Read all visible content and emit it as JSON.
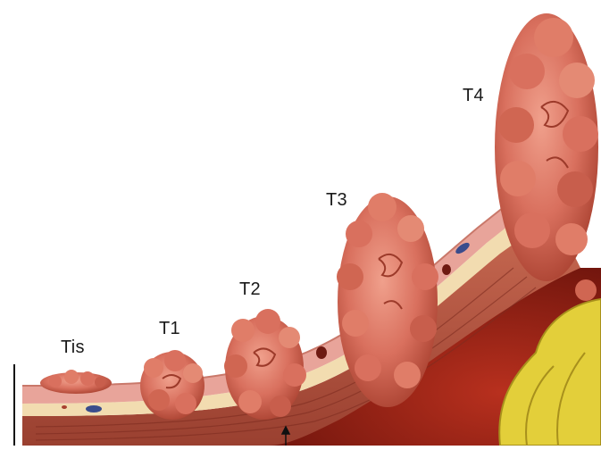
{
  "diagram": {
    "stages": [
      {
        "id": "tis",
        "label": "Tis"
      },
      {
        "id": "t1",
        "label": "T1"
      },
      {
        "id": "t2",
        "label": "T2"
      },
      {
        "id": "t3",
        "label": "T3"
      },
      {
        "id": "t4",
        "label": "T4"
      }
    ]
  },
  "colors": {
    "mucosa": "#e8a49a",
    "submucosa": "#f2dcb0",
    "muscularis": "#b85a44",
    "serosa": "#d88a78",
    "lumen": "#8f1f14",
    "tumor": "#d9705e",
    "tumor_dark": "#a8402f",
    "fat": "#e3cf3a",
    "vessel": "#3a4c8c"
  }
}
